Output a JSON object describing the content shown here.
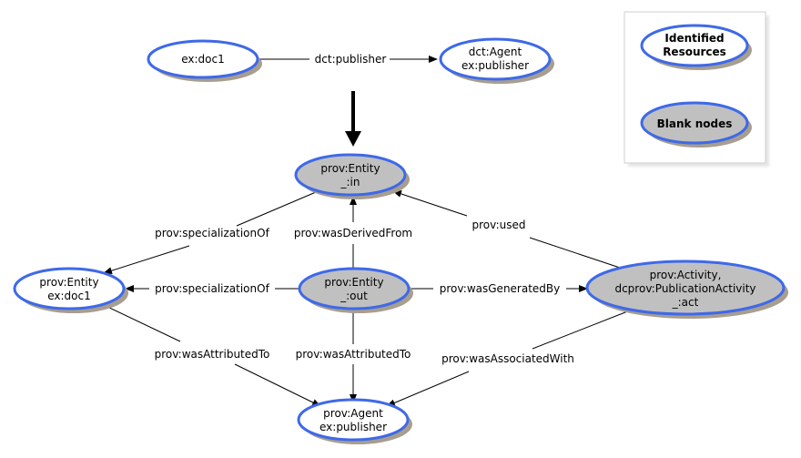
{
  "colors": {
    "node_stroke": "#3e69e8",
    "node_fill_identified": "#ffffff",
    "node_fill_blank": "#c0c0c0",
    "shadow": "#a79e8f",
    "legend_border": "#cfcfcf"
  },
  "legend": {
    "identified": {
      "line1": "Identified",
      "line2": "Resources"
    },
    "blank": {
      "line1": "Blank nodes"
    }
  },
  "top": {
    "doc": {
      "line1": "ex:doc1"
    },
    "agent": {
      "line1": "dct:Agent",
      "line2": "ex:publisher"
    },
    "edge_label": "dct:publisher"
  },
  "transform_arrow": "down-arrow-icon",
  "nodes": {
    "entity_in": {
      "line1": "prov:Entity",
      "line2": "_:in"
    },
    "entity_doc": {
      "line1": "prov:Entity",
      "line2": "ex:doc1"
    },
    "entity_out": {
      "line1": "prov:Entity",
      "line2": "_:out"
    },
    "activity": {
      "line1": "prov:Activity,",
      "line2": "dcprov:PublicationActivity",
      "line3": "_:act"
    },
    "agent": {
      "line1": "prov:Agent",
      "line2": "ex:publisher"
    }
  },
  "edges": {
    "in_to_doc": "prov:specializationOf",
    "out_to_in": "prov:wasDerivedFrom",
    "act_to_in": "prov:used",
    "out_to_doc": "prov:specializationOf",
    "out_to_act": "prov:wasGeneratedBy",
    "doc_to_agent": "prov:wasAttributedTo",
    "out_to_agent": "prov:wasAttributedTo",
    "act_to_agent": "prov:wasAssociatedWith"
  }
}
